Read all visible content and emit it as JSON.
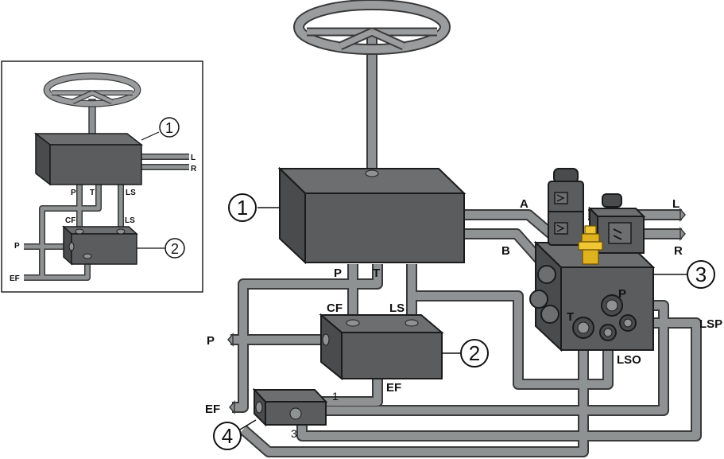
{
  "colors": {
    "pipe": "#8f9293",
    "pipe_outline": "#3a3a3a",
    "block": "#5b5c5d",
    "block_top": "#6d6e6f",
    "block_outline": "#1b1b1b",
    "wheel": "#9a9c9d",
    "fitting": "#e0b21f"
  },
  "inset": {
    "callouts": {
      "unit1": "1",
      "unit2": "2"
    },
    "labels": {
      "L": "L",
      "R": "R",
      "P_top": "P",
      "T_top": "T",
      "LS_top": "LS",
      "CF": "CF",
      "LS_valve": "LS",
      "P_inlet": "P",
      "EF": "EF"
    }
  },
  "main": {
    "callouts": {
      "unit1": "1",
      "unit2": "2",
      "unit3": "3",
      "unit4": "4"
    },
    "labels": {
      "A": "A",
      "B": "B",
      "L": "L",
      "R": "R",
      "P_top": "P",
      "T_top": "T",
      "CF": "CF",
      "LS_top": "LS",
      "P_inlet": "P",
      "EF_valve": "EF",
      "EF_inlet": "EF",
      "port1": "1",
      "port3": "3",
      "P_block": "P",
      "T_block": "T",
      "LSO": "LSO",
      "LSP": "LSP"
    }
  }
}
